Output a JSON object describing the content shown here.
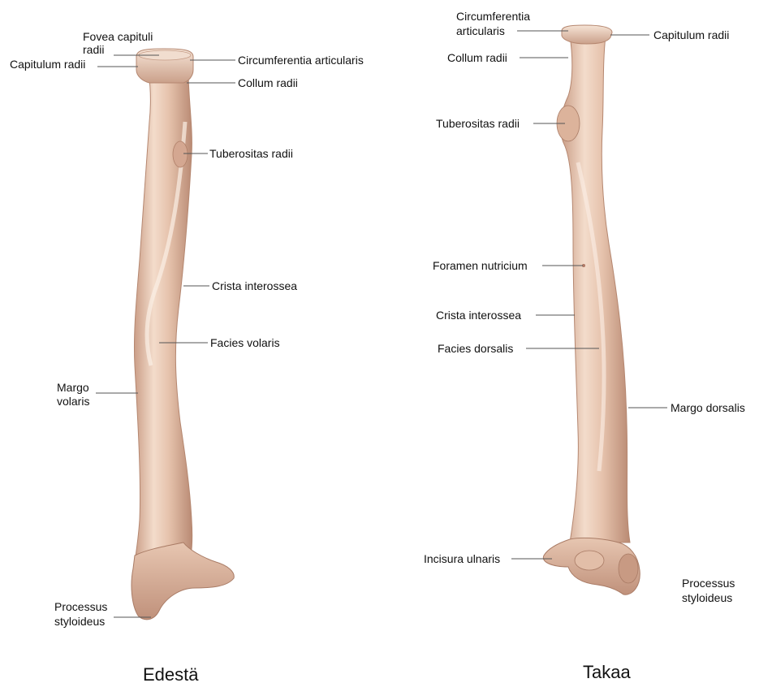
{
  "front": {
    "caption": "Edestä",
    "labels": {
      "fovea_l1": "Fovea capituli",
      "fovea_l2": "radii",
      "capitulum": "Capitulum radii",
      "circumferentia": "Circumferentia articularis",
      "collum": "Collum radii",
      "tuberositas": "Tuberositas radii",
      "crista": "Crista interossea",
      "facies": "Facies volaris",
      "margo_l1": "Margo",
      "margo_l2": "volaris",
      "processus_l1": "Processus",
      "processus_l2": "styloideus"
    }
  },
  "back": {
    "caption": "Takaa",
    "labels": {
      "circumferentia_l1": "Circumferentia",
      "circumferentia_l2": "articularis",
      "capitulum": "Capitulum radii",
      "collum": "Collum radii",
      "tuberositas": "Tuberositas radii",
      "foramen": "Foramen nutricium",
      "crista": "Crista interossea",
      "facies": "Facies dorsalis",
      "margo": "Margo dorsalis",
      "incisura": "Incisura ulnaris",
      "processus_l1": "Processus",
      "processus_l2": "styloideus"
    }
  },
  "colors": {
    "bone_light": "#f3dccb",
    "bone_mid": "#dcb39b",
    "bone_dark": "#b98a73"
  }
}
